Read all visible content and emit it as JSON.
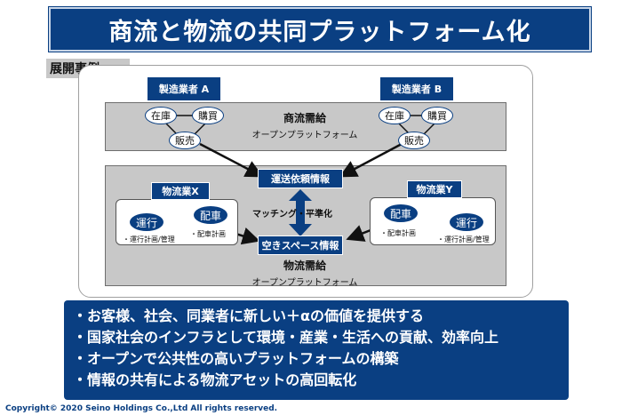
{
  "title": "商流と物流の共同プラットフォーム化",
  "section_tag": "展開事例",
  "manufacturer_a": "製造業者 A",
  "manufacturer_b": "製造業者 B",
  "commerce_a": {
    "stock": "在庫",
    "purchase": "購買",
    "sales": "販売"
  },
  "commerce_b": {
    "stock": "在庫",
    "purchase": "購買",
    "sales": "販売"
  },
  "commerce_platform": {
    "title": "商流需給",
    "subtitle": "オープンプラットフォーム"
  },
  "transport_request": "運送依頼情報",
  "empty_space": "空きスペース情報",
  "matching": "マッチング・平準化",
  "logistics_platform": {
    "title": "物流需給",
    "subtitle": "オープンプラットフォーム"
  },
  "logistics_x": {
    "name": "物流業X",
    "operation": "運行",
    "dispatch": "配車",
    "operation_note": "・運行計画/管理",
    "dispatch_note": "・配車計画"
  },
  "logistics_y": {
    "name": "物流業Y",
    "operation": "運行",
    "dispatch": "配車",
    "operation_note": "・運行計画/管理",
    "dispatch_note": "・配車計画"
  },
  "bullets": [
    "・お客様、社会、同業者に新しい＋αの価値を提供する",
    "・国家社会のインフラとして環境・産業・生活への貢献、効率向上",
    "・オープンで公共性の高いプラットフォームの構築",
    "・情報の共有による物流アセットの高回転化"
  ],
  "copyright": "Copyright© 2020 Seino Holdings Co.,Ltd All rights reserved.",
  "colors": {
    "navy": "#0a3f82",
    "gray": "#c8c8c8"
  }
}
